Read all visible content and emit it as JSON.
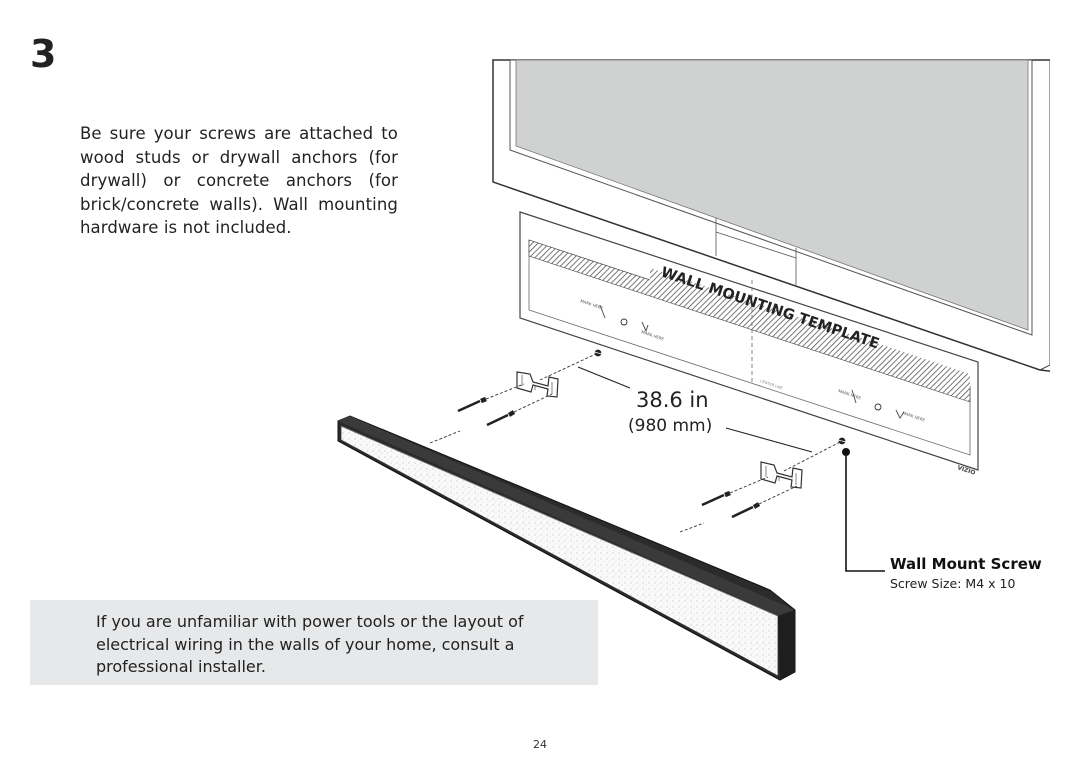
{
  "step": {
    "number": "3"
  },
  "intro": {
    "text": "Be sure your screws are attached to wood studs or drywall anchors (for drywall) or concrete anchors (for brick/concrete walls). Wall mounting hardware is not included."
  },
  "warning": {
    "text": "If you are unfamiliar with power tools or the layout of electrical wiring in the walls of your home, consult a professional installer."
  },
  "illustration": {
    "template_title": "WALL MOUNTING TEMPLATE",
    "mark_here_label": "MARK HERE",
    "center_line_label": "CENTER LINE",
    "brand_label": "VIZIO",
    "dimension_in": "38.6 in",
    "dimension_mm": "(980 mm)",
    "screw_callout_title": "Wall Mount Screw",
    "screw_callout_size": "Screw Size: M4 x 10"
  },
  "footer": {
    "page_number": "24"
  }
}
